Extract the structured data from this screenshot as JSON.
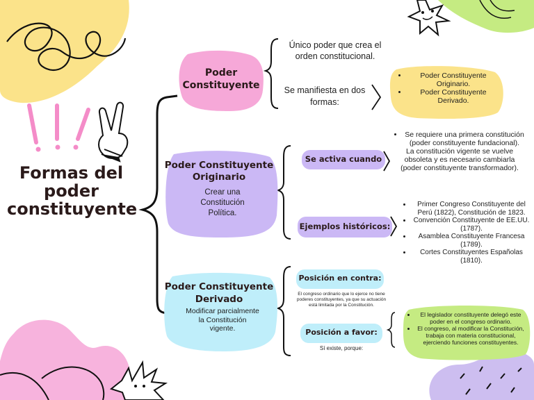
{
  "main_title": "Formas del poder constituyente",
  "poder_constituyente": {
    "label": "Poder Constituyente",
    "desc1": "Único poder que crea el orden constitucional.",
    "desc2": "Se manifiesta en dos formas:",
    "forms": [
      "Poder Constituyente Originario.",
      "Poder Constituyente Derivado."
    ]
  },
  "originario": {
    "label": "Poder Constituyente Originario",
    "desc": "Crear una Constitución Política.",
    "activa_label": "Se activa cuando",
    "activa_items": [
      "Se requiere una primera constitución (poder constituyente fundacional).",
      "La constitución vigente se vuelve obsoleta y es necesario cambiarla (poder constituyente transformador)."
    ],
    "ejemplos_label": "Ejemplos históricos:",
    "ejemplos_items": [
      "Primer Congreso Constituyente del Perú (1822), Constitución de 1823.",
      "Convención Constituyente de EE.UU. (1787).",
      "Asamblea Constituyente Francesa (1789).",
      "Cortes Constituyentes Españolas (1810)."
    ]
  },
  "derivado": {
    "label": "Poder Constituyente Derivado",
    "desc": "Modificar parcialmente la Constitución vigente.",
    "contra_label": "Posición en contra:",
    "contra_text": "El congreso ordinario que lo ejerce no tiene poderes constituyentes, ya que su actuación está limitada por la Constitución.",
    "favor_label": "Posición a favor:",
    "favor_text": "Sí existe, porque:",
    "favor_items": [
      "El legislador constituyente delegó este poder en el congreso ordinario.",
      "El congreso, al modificar la Constitución, trabaja con materia constitucional, ejerciendo funciones constituyentes."
    ]
  },
  "colors": {
    "pink": "#f6a8d8",
    "purple": "#cbb8f5",
    "cyan": "#bfeefa",
    "yellow": "#fbe38a",
    "green": "#c5eb82",
    "lilac": "#cdbef0",
    "bright_pink": "#f7b3dd"
  },
  "icons": [
    "exclamation-marks-icon",
    "peace-hand-icon",
    "star-face-icon",
    "spiky-sun-face-icon",
    "swirl-doodle-icon"
  ]
}
